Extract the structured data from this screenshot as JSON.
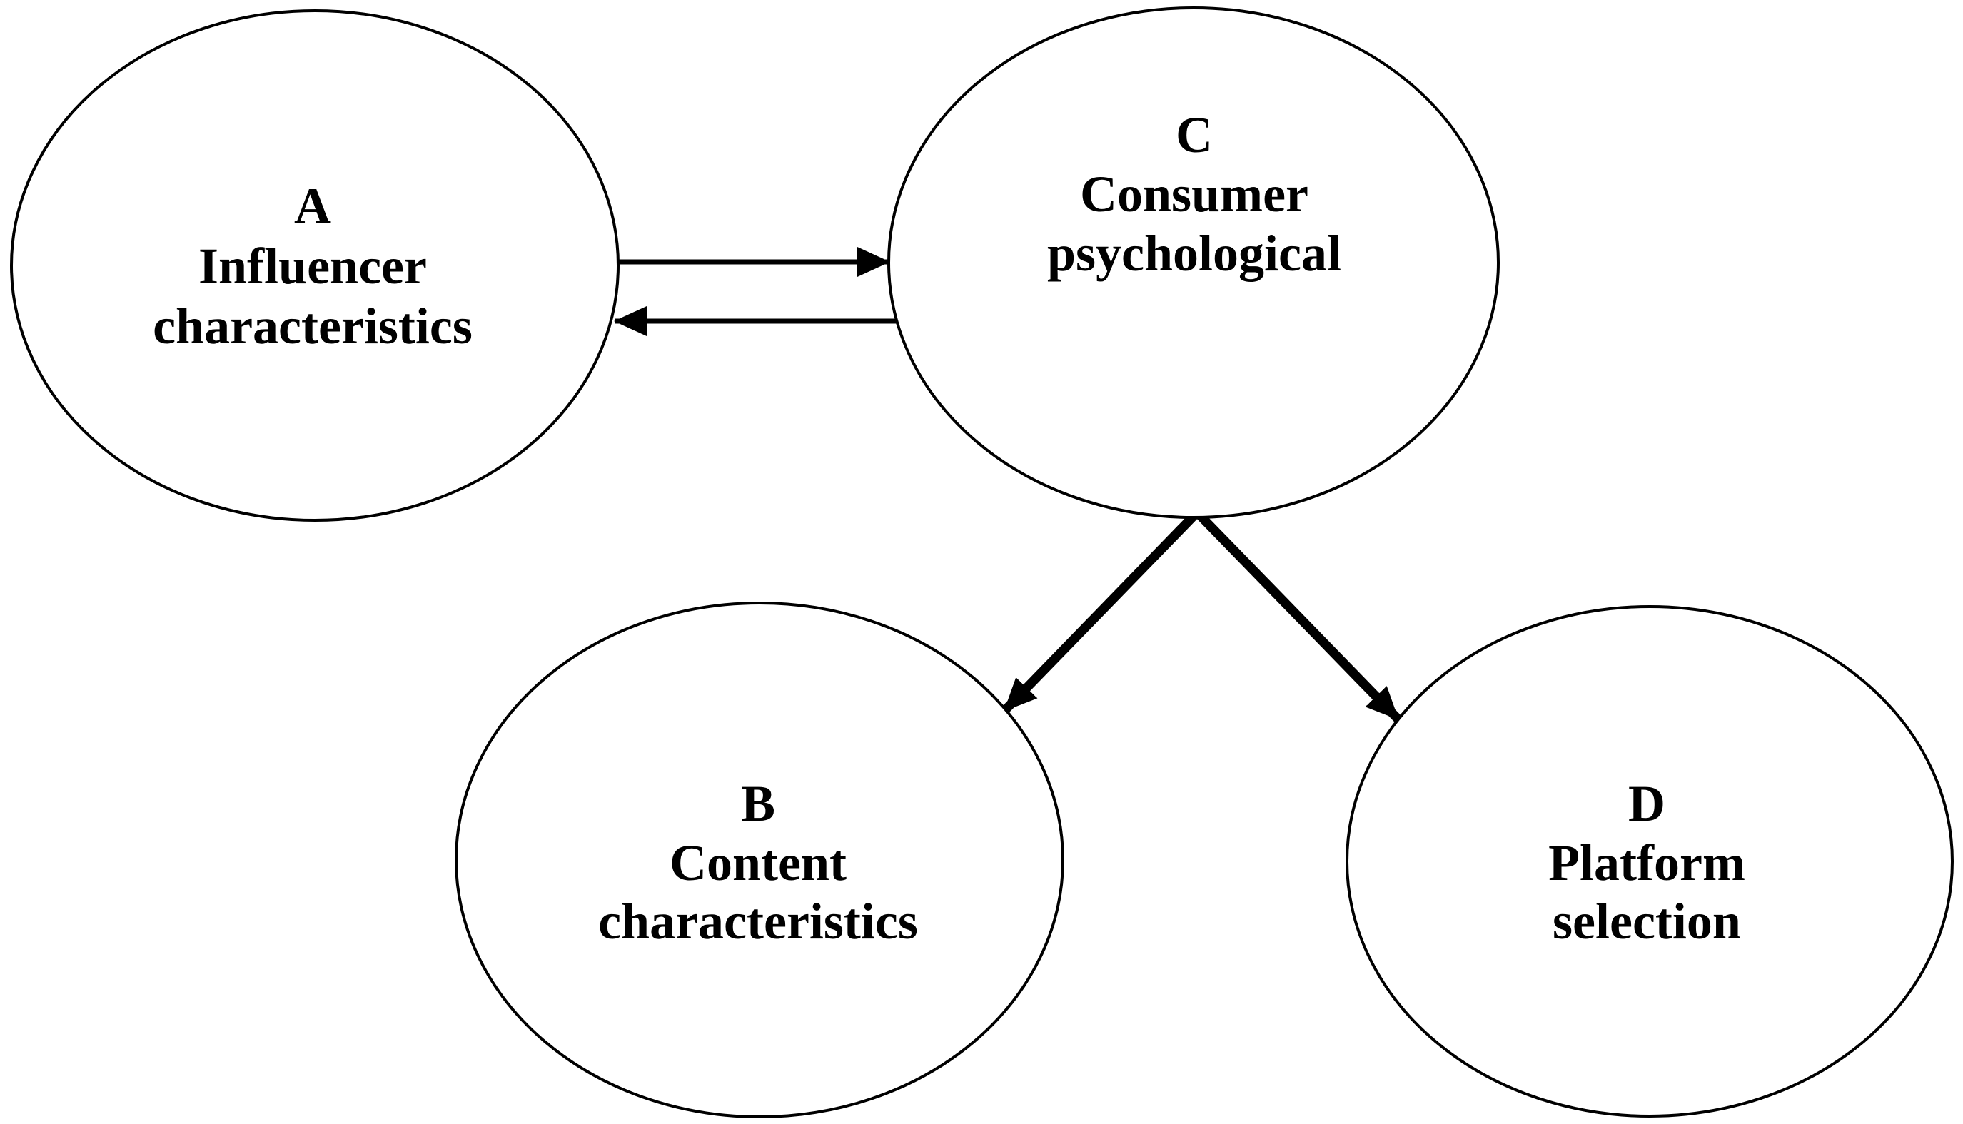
{
  "diagram": {
    "background_color": "#ffffff",
    "stroke_color": "#000000",
    "text_color": "#000000",
    "nodes": {
      "a": {
        "id": "A",
        "lines": [
          "A",
          "Influencer",
          "characteristics"
        ]
      },
      "b": {
        "id": "B",
        "lines": [
          "B",
          "Content",
          "characteristics"
        ]
      },
      "c": {
        "id": "C",
        "lines": [
          "C",
          "Consumer",
          "psychological"
        ]
      },
      "d": {
        "id": "D",
        "lines": [
          "D",
          "Platform",
          "selection"
        ]
      }
    },
    "edges": [
      {
        "id": "a-to-c",
        "from": "A",
        "to": "C",
        "style": "arrow"
      },
      {
        "id": "c-to-a",
        "from": "C",
        "to": "A",
        "style": "arrow"
      },
      {
        "id": "c-to-b",
        "from": "C",
        "to": "B",
        "style": "arrow"
      },
      {
        "id": "c-to-d",
        "from": "C",
        "to": "D",
        "style": "arrow"
      }
    ]
  }
}
